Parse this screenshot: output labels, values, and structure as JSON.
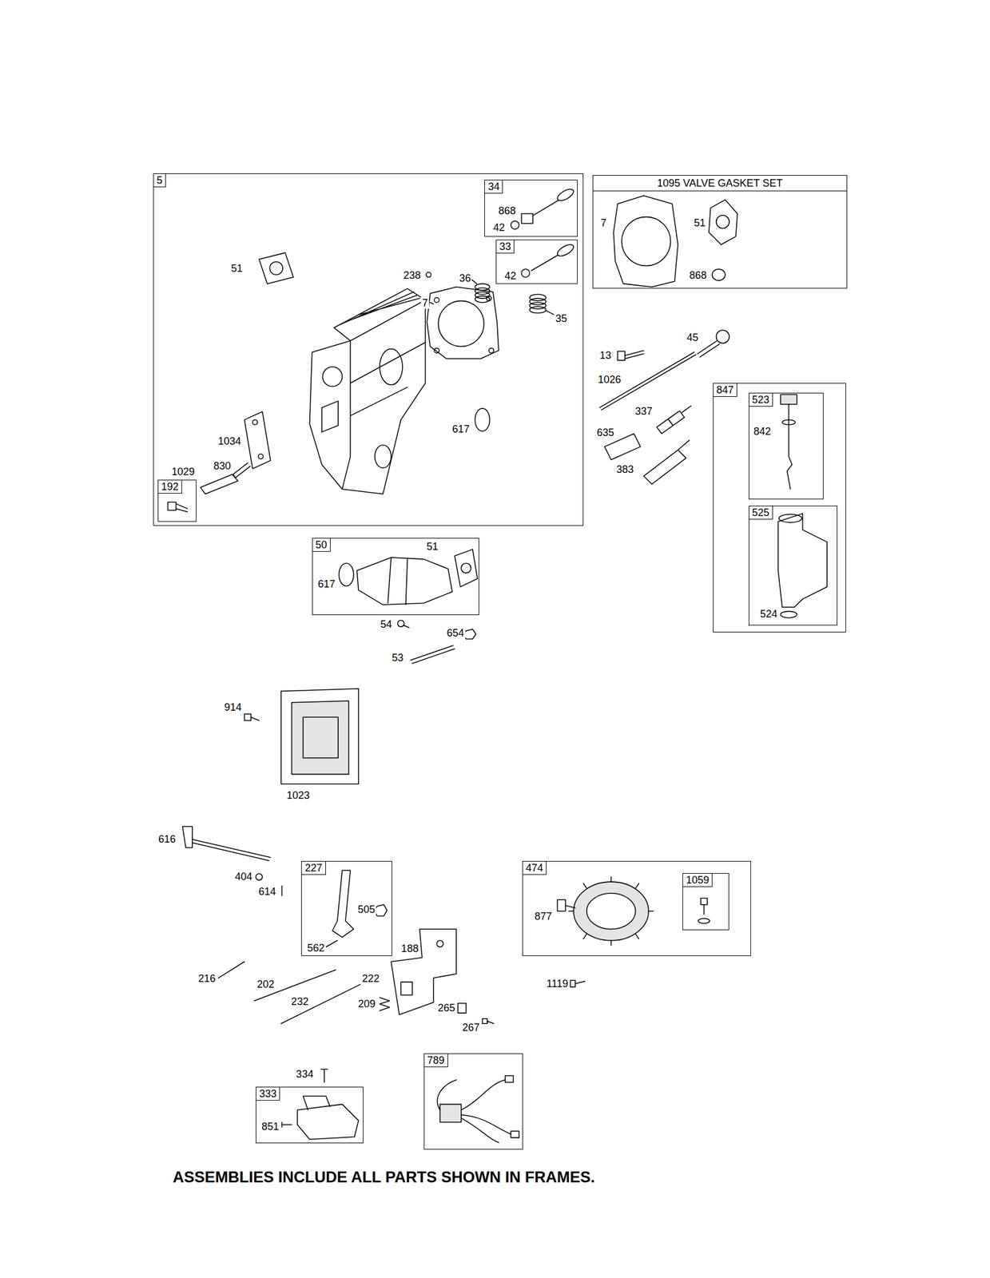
{
  "diagram": {
    "caption": "ASSEMBLIES INCLUDE ALL PARTS SHOWN IN FRAMES.",
    "nodes": [
      {
        "text": [
          "5",
          "51",
          "238",
          "36",
          "7",
          "35",
          "617",
          "1034",
          "830",
          "1029"
        ]
      },
      {
        "text": [
          "34",
          "868",
          "42"
        ],
        "in": 0
      },
      {
        "text": [
          "33",
          "42"
        ],
        "in": 0
      },
      {
        "text": [
          "192"
        ],
        "in": 0
      },
      {
        "text": [
          "1095 VALVE GASKET SET",
          "7",
          "51",
          "868"
        ]
      },
      {
        "text": [
          "847"
        ]
      },
      {
        "text": [
          "523",
          "842"
        ],
        "in": 5
      },
      {
        "text": [
          "525",
          "524"
        ],
        "in": 5
      },
      {
        "text": [
          "50",
          "617",
          "51"
        ]
      },
      {
        "text": [
          "227",
          "505",
          "562"
        ]
      },
      {
        "text": [
          "474",
          "877"
        ]
      },
      {
        "text": [
          "1059"
        ],
        "in": 10
      },
      {
        "text": [
          "333",
          "851"
        ]
      },
      {
        "text": [
          "789"
        ]
      }
    ],
    "labels": [
      "13",
      "45",
      "1026",
      "337",
      "635",
      "383",
      "54",
      "654",
      "53",
      "914",
      "1023",
      "616",
      "404",
      "614",
      "188",
      "216",
      "202",
      "222",
      "232",
      "209",
      "265",
      "267",
      "1119",
      "334"
    ]
  }
}
